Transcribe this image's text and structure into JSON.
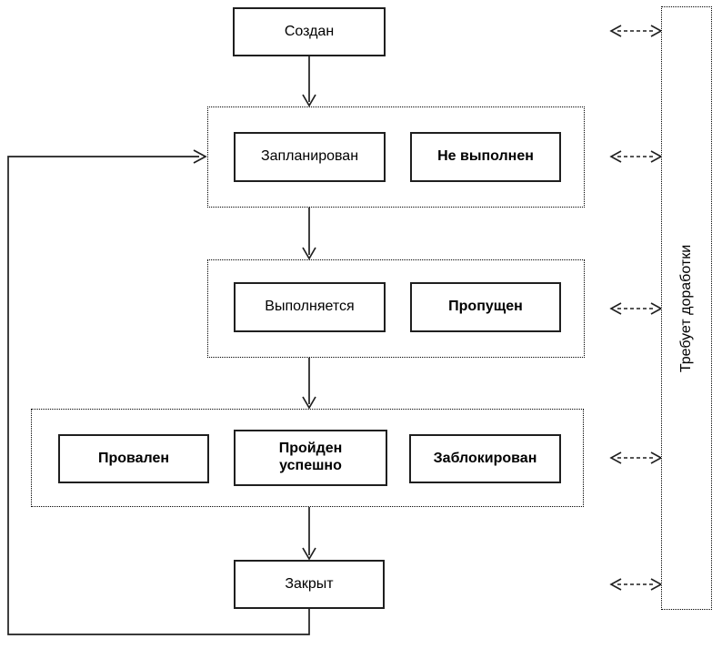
{
  "diagram": {
    "nodes": {
      "created": {
        "label": "Создан"
      },
      "planned": {
        "label": "Запланирован"
      },
      "not_executed": {
        "label": "Не выполнен"
      },
      "in_progress": {
        "label": "Выполняется"
      },
      "skipped": {
        "label": "Пропущен"
      },
      "failed": {
        "label": "Провален"
      },
      "passed": {
        "line1": "Пройден",
        "line2": "успешно"
      },
      "blocked": {
        "label": "Заблокирован"
      },
      "closed": {
        "label": "Закрыт"
      }
    },
    "side_panel": {
      "label": "Требует доработки"
    },
    "colors": {
      "line": "#1f1f1f",
      "dotted_border": "#000000",
      "box_background": "#ffffff",
      "text": "#000000"
    }
  }
}
